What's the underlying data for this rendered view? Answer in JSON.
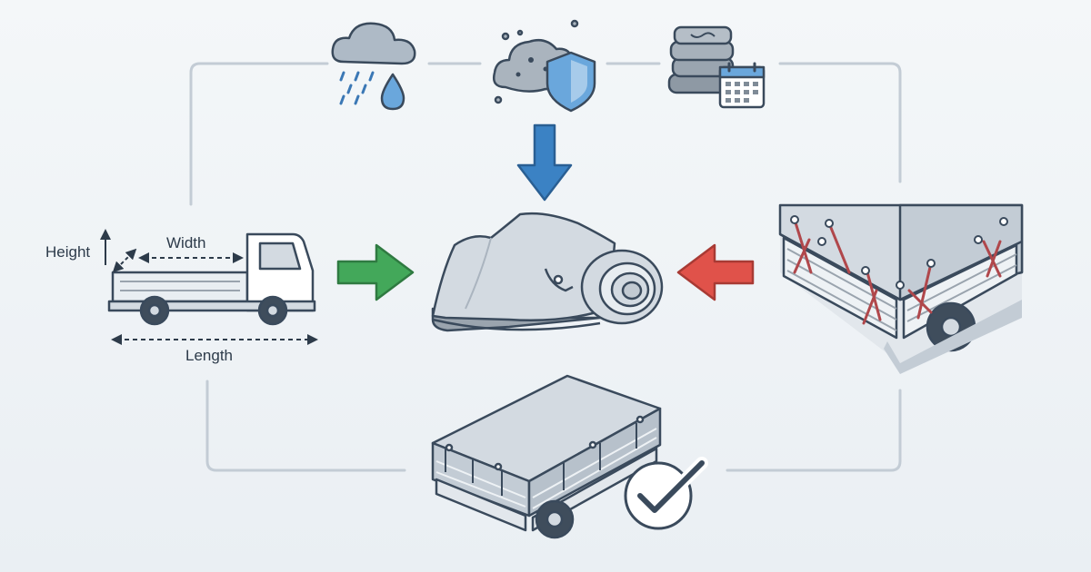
{
  "labels": {
    "height": "Height",
    "width": "Width",
    "length": "Length"
  },
  "icons": {
    "weather": "rain-cloud-icon",
    "protection": "dust-shield-icon",
    "usage": "stacked-fabric-calendar-icon",
    "arrow_down": "blue-down-arrow-icon",
    "arrow_right": "green-right-arrow-icon",
    "arrow_left": "red-left-arrow-icon",
    "checkmark": "checkmark-icon"
  },
  "colors": {
    "outline": "#3a4a5c",
    "tarp": "#d3dae1",
    "connector": "#c3ccd5",
    "blue_arrow": "#3b82c4",
    "green_arrow": "#43a85a",
    "red_arrow": "#e0524a",
    "rope": "#b0474b"
  }
}
